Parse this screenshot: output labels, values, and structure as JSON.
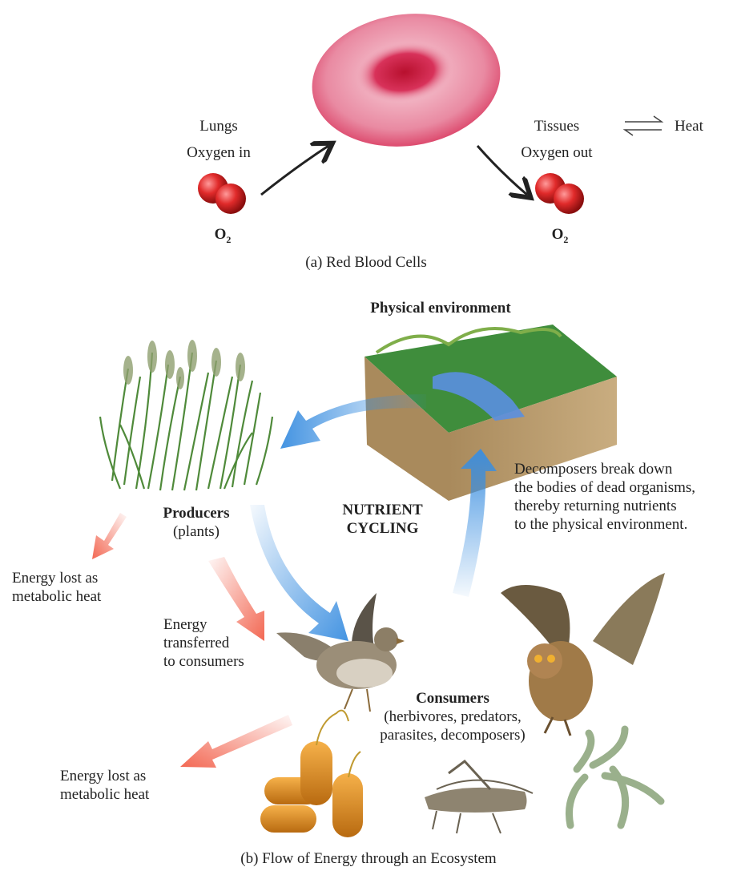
{
  "panel_a": {
    "lungs_label": "Lungs",
    "oxygen_in_label": "Oxygen in",
    "tissues_label": "Tissues",
    "oxygen_out_label": "Oxygen out",
    "heat_label": "Heat",
    "o2_left": {
      "main": "O",
      "sub": "2"
    },
    "o2_right": {
      "main": "O",
      "sub": "2"
    },
    "caption": "(a) Red Blood Cells"
  },
  "panel_b": {
    "physical_environment": "Physical environment",
    "producers": "Producers",
    "producers_sub": "(plants)",
    "nutrient_cycling": [
      "NUTRIENT",
      "CYCLING"
    ],
    "decomposers_note": [
      "Decomposers break down",
      "the bodies of dead organisms,",
      "thereby returning nutrients",
      "to the physical environment."
    ],
    "energy_lost_top": [
      "Energy lost as",
      "metabolic heat"
    ],
    "energy_transferred": [
      "Energy",
      "transferred",
      "to consumers"
    ],
    "consumers": "Consumers",
    "consumers_sub": [
      "(herbivores, predators,",
      "parasites, decomposers)"
    ],
    "energy_lost_bottom": [
      "Energy lost as",
      "metabolic heat"
    ],
    "caption": "(b) Flow of Energy through an Ecosystem"
  },
  "colors": {
    "rbc": "#d8325a",
    "oxygen": "#e02a2a",
    "heat_arrow": "#f2604a",
    "nutrient_arrow": "#3a8ee0",
    "grass": "#4f8a3a",
    "terrain_top": "#3f8d3c",
    "soil": "#b89a6c",
    "river": "#5a8fe0"
  }
}
